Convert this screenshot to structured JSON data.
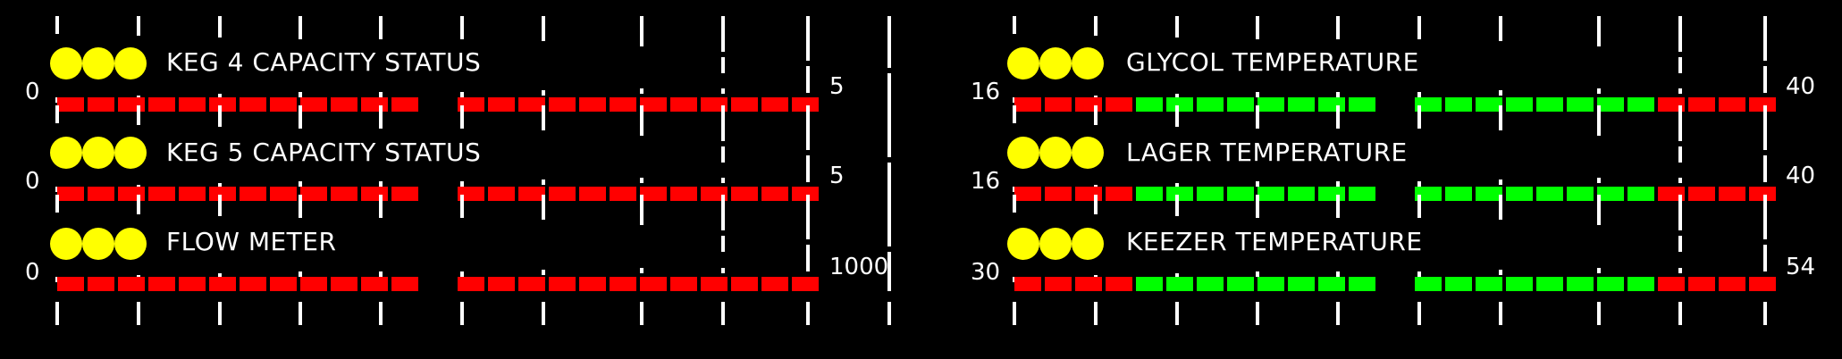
{
  "colors": {
    "background": "#000000",
    "tick": "#ffffff",
    "indicator": "#ffff00",
    "segment_alarm": "#ff0000",
    "segment_ok": "#00ff00",
    "text": "#ffffff"
  },
  "meters": [
    {
      "title": "KEG 4 CAPACITY STATUS",
      "min_label": "0",
      "max_label": "5",
      "indicators": [
        "indicator-lamp",
        "indicator-lamp",
        "indicator-lamp"
      ],
      "left_bank": [
        "red",
        "red",
        "red",
        "red",
        "red",
        "red",
        "red",
        "red",
        "red",
        "red",
        "red",
        "red"
      ],
      "right_bank": [
        "red",
        "red",
        "red",
        "red",
        "red",
        "red",
        "red",
        "red",
        "red",
        "red",
        "red",
        "red"
      ]
    },
    {
      "title": "KEG 5 CAPACITY STATUS",
      "min_label": "0",
      "max_label": "5",
      "indicators": [
        "indicator-lamp",
        "indicator-lamp",
        "indicator-lamp"
      ],
      "left_bank": [
        "red",
        "red",
        "red",
        "red",
        "red",
        "red",
        "red",
        "red",
        "red",
        "red",
        "red",
        "red"
      ],
      "right_bank": [
        "red",
        "red",
        "red",
        "red",
        "red",
        "red",
        "red",
        "red",
        "red",
        "red",
        "red",
        "red"
      ]
    },
    {
      "title": "FLOW METER",
      "min_label": "0",
      "max_label": "1000",
      "indicators": [
        "indicator-lamp",
        "indicator-lamp",
        "indicator-lamp"
      ],
      "left_bank": [
        "red",
        "red",
        "red",
        "red",
        "red",
        "red",
        "red",
        "red",
        "red",
        "red",
        "red",
        "red"
      ],
      "right_bank": [
        "red",
        "red",
        "red",
        "red",
        "red",
        "red",
        "red",
        "red",
        "red",
        "red",
        "red",
        "red"
      ]
    },
    {
      "title": "GLYCOL TEMPERATURE",
      "min_label": "16",
      "max_label": "40",
      "indicators": [
        "indicator-lamp",
        "indicator-lamp",
        "indicator-lamp"
      ],
      "left_bank": [
        "red",
        "red",
        "red",
        "red",
        "green",
        "green",
        "green",
        "green",
        "green",
        "green",
        "green",
        "green"
      ],
      "right_bank": [
        "green",
        "green",
        "green",
        "green",
        "green",
        "green",
        "green",
        "green",
        "red",
        "red",
        "red",
        "red"
      ]
    },
    {
      "title": "LAGER TEMPERATURE",
      "min_label": "16",
      "max_label": "40",
      "indicators": [
        "indicator-lamp",
        "indicator-lamp",
        "indicator-lamp"
      ],
      "left_bank": [
        "red",
        "red",
        "red",
        "red",
        "green",
        "green",
        "green",
        "green",
        "green",
        "green",
        "green",
        "green"
      ],
      "right_bank": [
        "green",
        "green",
        "green",
        "green",
        "green",
        "green",
        "green",
        "green",
        "red",
        "red",
        "red",
        "red"
      ]
    },
    {
      "title": "KEEZER TEMPERATURE",
      "min_label": "30",
      "max_label": "54",
      "indicators": [
        "indicator-lamp",
        "indicator-lamp",
        "indicator-lamp"
      ],
      "left_bank": [
        "red",
        "red",
        "red",
        "red",
        "green",
        "green",
        "green",
        "green",
        "green",
        "green",
        "green",
        "green"
      ],
      "right_bank": [
        "green",
        "green",
        "green",
        "green",
        "green",
        "green",
        "green",
        "green",
        "red",
        "red",
        "red",
        "red"
      ]
    }
  ]
}
